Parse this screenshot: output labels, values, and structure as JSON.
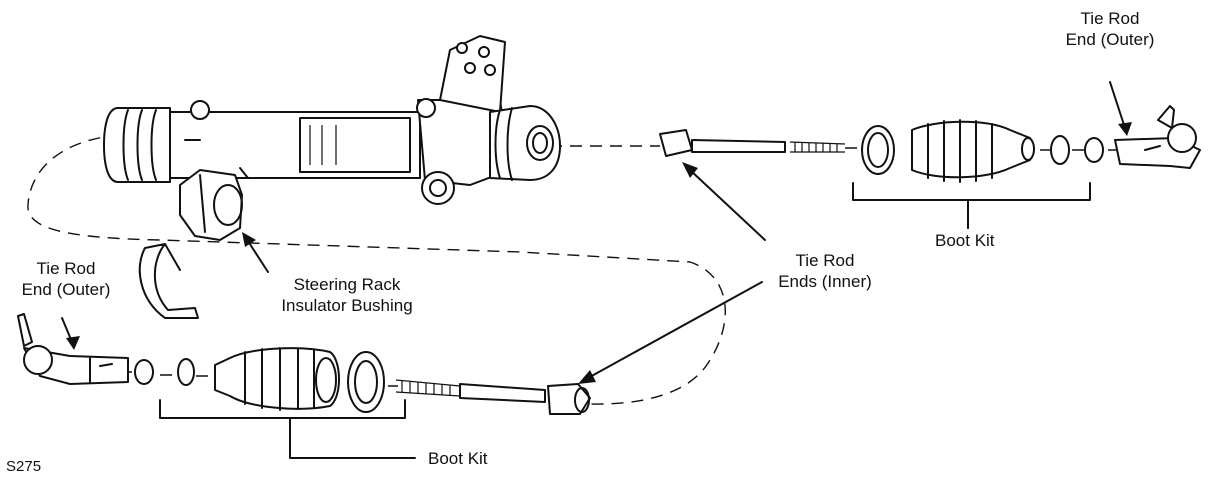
{
  "labels": {
    "tie_rod_end_outer_right": [
      "Tie Rod",
      "End (Outer)"
    ],
    "tie_rod_end_outer_left": [
      "Tie Rod",
      "End (Outer)"
    ],
    "steering_rack_insulator_bushing": [
      "Steering Rack",
      "Insulator Bushing"
    ],
    "tie_rod_ends_inner": [
      "Tie Rod",
      "Ends (Inner)"
    ],
    "boot_kit_right": "Boot Kit",
    "boot_kit_left": "Boot Kit",
    "figure_code": "S275"
  }
}
